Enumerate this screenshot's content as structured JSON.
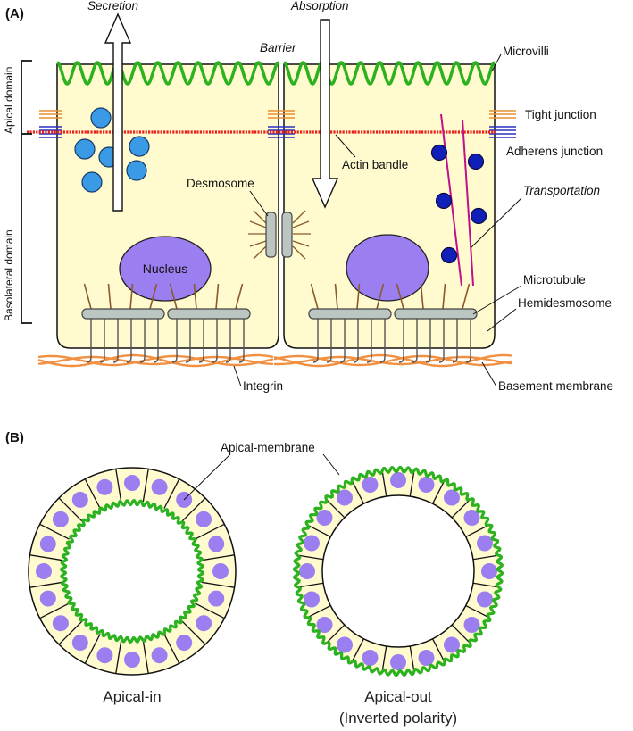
{
  "panel_a": {
    "label": "(A)",
    "labels": {
      "secretion": "Secretion",
      "absorption": "Absorption",
      "barrier": "Barrier",
      "microvilli": "Microvilli",
      "tight_junction": "Tight junction",
      "adherens_junction": "Adherens junction",
      "actin_bandle": "Actin bandle",
      "transportation": "Transportation",
      "desmosome": "Desmosome",
      "nucleus": "Nucleus",
      "microtubule": "Microtubule",
      "hemidesmosome": "Hemidesmosome",
      "integrin": "Integrin",
      "basement_membrane": "Basement membrane",
      "apical_domain": "Apical domain",
      "basolateral_domain": "Basolateral domain"
    }
  },
  "panel_b": {
    "label": "(B)",
    "apical_membrane": "Apical-membrane",
    "left_caption": "Apical-in",
    "right_caption_1": "Apical-out",
    "right_caption_2": "(Inverted polarity)"
  },
  "colors": {
    "cytoplasm": "#fffbcf",
    "microvilli": "#2bb21e",
    "nucleus": "#9b7ef0",
    "vesicle_light": "#3a9ae6",
    "vesicle_dark": "#0f1fb8",
    "actin": "#e8231c",
    "tight_junction": "#e89030",
    "adherens": "#2830c0",
    "microtubule": "#c0108c",
    "basement": "#f09040",
    "anchor": "#8b5a2b",
    "plaque": "#bcc6c0"
  }
}
